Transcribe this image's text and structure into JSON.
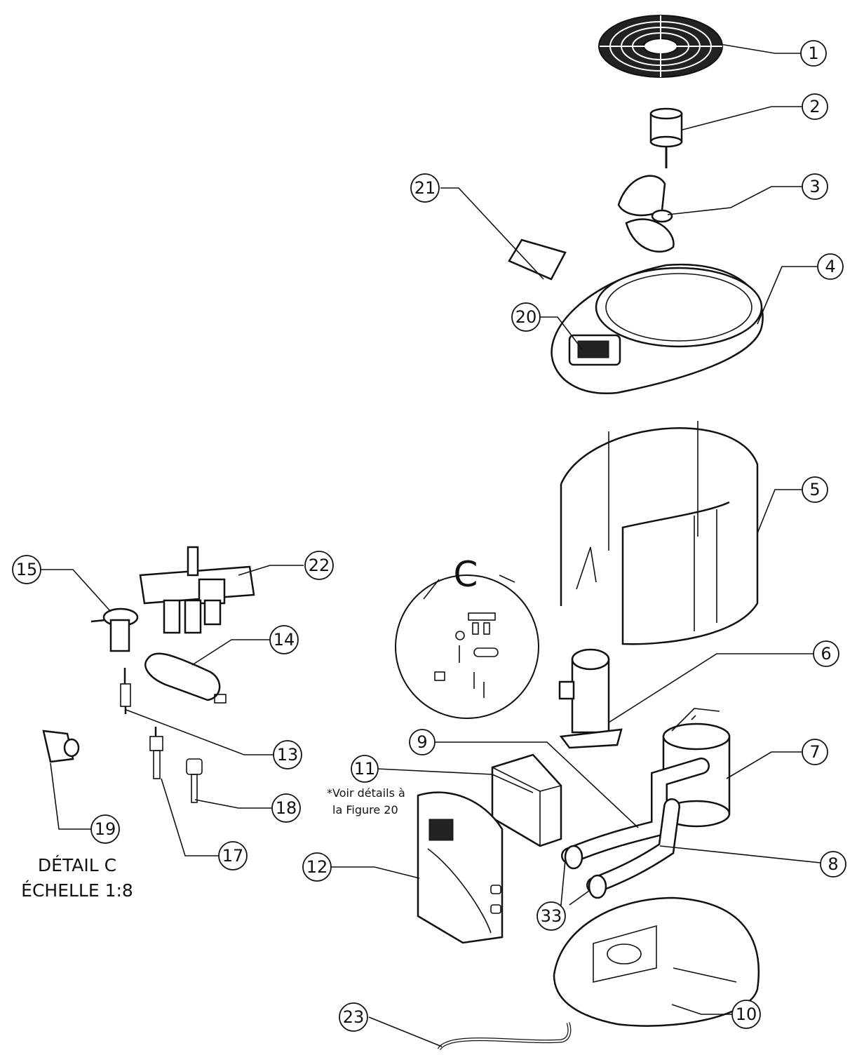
{
  "callouts": [
    {
      "id": "1",
      "label": "1"
    },
    {
      "id": "2",
      "label": "2"
    },
    {
      "id": "3",
      "label": "3"
    },
    {
      "id": "4",
      "label": "4"
    },
    {
      "id": "5",
      "label": "5"
    },
    {
      "id": "6",
      "label": "6"
    },
    {
      "id": "7",
      "label": "7"
    },
    {
      "id": "8",
      "label": "8"
    },
    {
      "id": "9",
      "label": "9"
    },
    {
      "id": "10",
      "label": "10"
    },
    {
      "id": "11",
      "label": "11"
    },
    {
      "id": "12",
      "label": "12"
    },
    {
      "id": "13",
      "label": "13"
    },
    {
      "id": "14",
      "label": "14"
    },
    {
      "id": "15",
      "label": "15"
    },
    {
      "id": "17",
      "label": "17"
    },
    {
      "id": "18",
      "label": "18"
    },
    {
      "id": "19",
      "label": "19"
    },
    {
      "id": "20",
      "label": "20"
    },
    {
      "id": "21",
      "label": "21"
    },
    {
      "id": "22",
      "label": "22"
    },
    {
      "id": "23",
      "label": "23"
    },
    {
      "id": "33",
      "label": "33"
    }
  ],
  "detail": {
    "letter": "C",
    "title": "DÉTAIL C",
    "scale": "ÉCHELLE 1:8"
  },
  "note": {
    "line1": "*Voir détails à",
    "line2": "la Figure 20"
  }
}
